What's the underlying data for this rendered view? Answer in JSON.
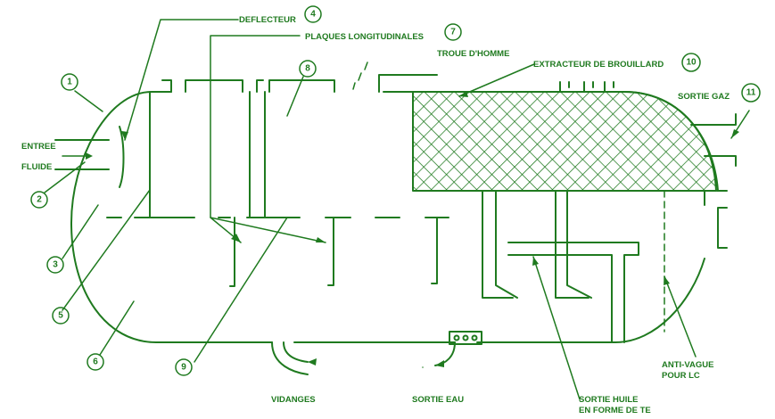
{
  "labels": {
    "deflecteur": "DEFLECTEUR",
    "plaques": "PLAQUES LONGITUDINALES",
    "trou": "TROUE D'HOMME",
    "extracteur": "EXTRACTEUR DE BROUILLARD",
    "sortie_gaz": "SORTIE GAZ",
    "entree": "ENTREE",
    "fluide": "FLUIDE",
    "vidanges": "VIDANGES",
    "sortie_eau": "SORTIE EAU",
    "sortie_huile_1": "SORTIE HUILE",
    "sortie_huile_2": "EN FORME DE TE",
    "anti_vague_1": "ANTI-VAGUE",
    "anti_vague_2": "POUR  LC"
  },
  "callouts": {
    "n1": "1",
    "n2": "2",
    "n3": "3",
    "n4": "4",
    "n5": "5",
    "n6": "6",
    "n7": "7",
    "n8": "8",
    "n9": "9",
    "n10": "10",
    "n11": "11"
  },
  "colors": {
    "ink": "#1f7a1f",
    "background": "#ffffff"
  }
}
